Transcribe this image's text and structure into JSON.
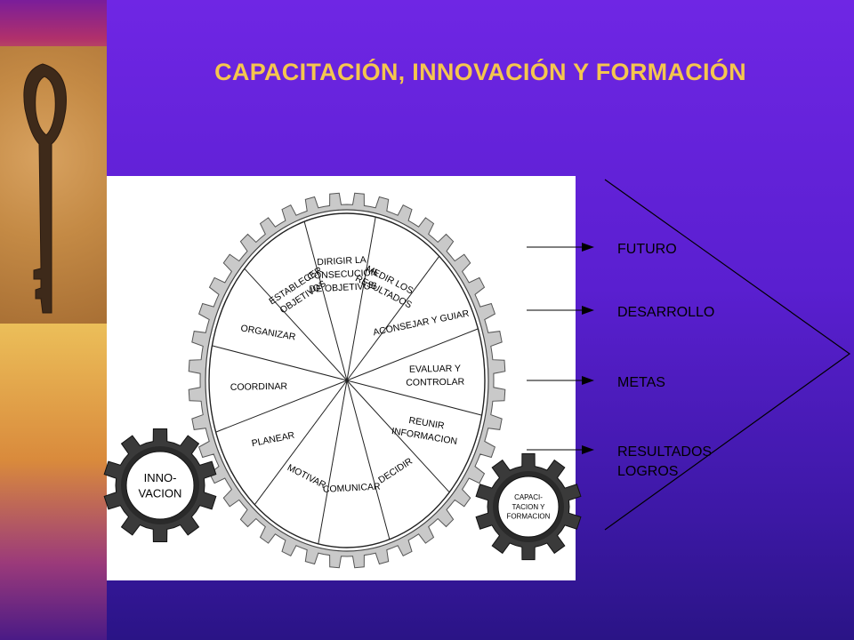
{
  "title": "CAPACITACIÓN, INNOVACIÓN Y FORMACIÓN",
  "segments": [
    [
      "DIRIGIR LA",
      "CONSECUCIÓN",
      "DE OBJETIVOS"
    ],
    [
      "MEDIR LOS",
      "RESULTADOS"
    ],
    [
      "ACONSEJAR Y GUIAR"
    ],
    [
      "EVALUAR Y",
      "CONTROLAR"
    ],
    [
      "REUNIR",
      "INFORMACION"
    ],
    [
      "DECIDIR"
    ],
    [
      "COMUNICAR"
    ],
    [
      "MOTIVAR"
    ],
    [
      "PLANEAR"
    ],
    [
      "COORDINAR"
    ],
    [
      "ORGANIZAR"
    ],
    [
      "ESTABLECER",
      "OBJETIVOS"
    ]
  ],
  "gear_innovacion": [
    "INNO-",
    "VACION"
  ],
  "gear_capacitacion": [
    "CAPACI-",
    "TACION Y",
    "FORMACION"
  ],
  "outcomes": [
    [
      "FUTURO"
    ],
    [
      "DESARROLLO"
    ],
    [
      "METAS"
    ],
    [
      "RESULTADOS",
      "LOGROS"
    ]
  ],
  "colors": {
    "title": "#f5c64e",
    "background": "#5a1fd0"
  }
}
